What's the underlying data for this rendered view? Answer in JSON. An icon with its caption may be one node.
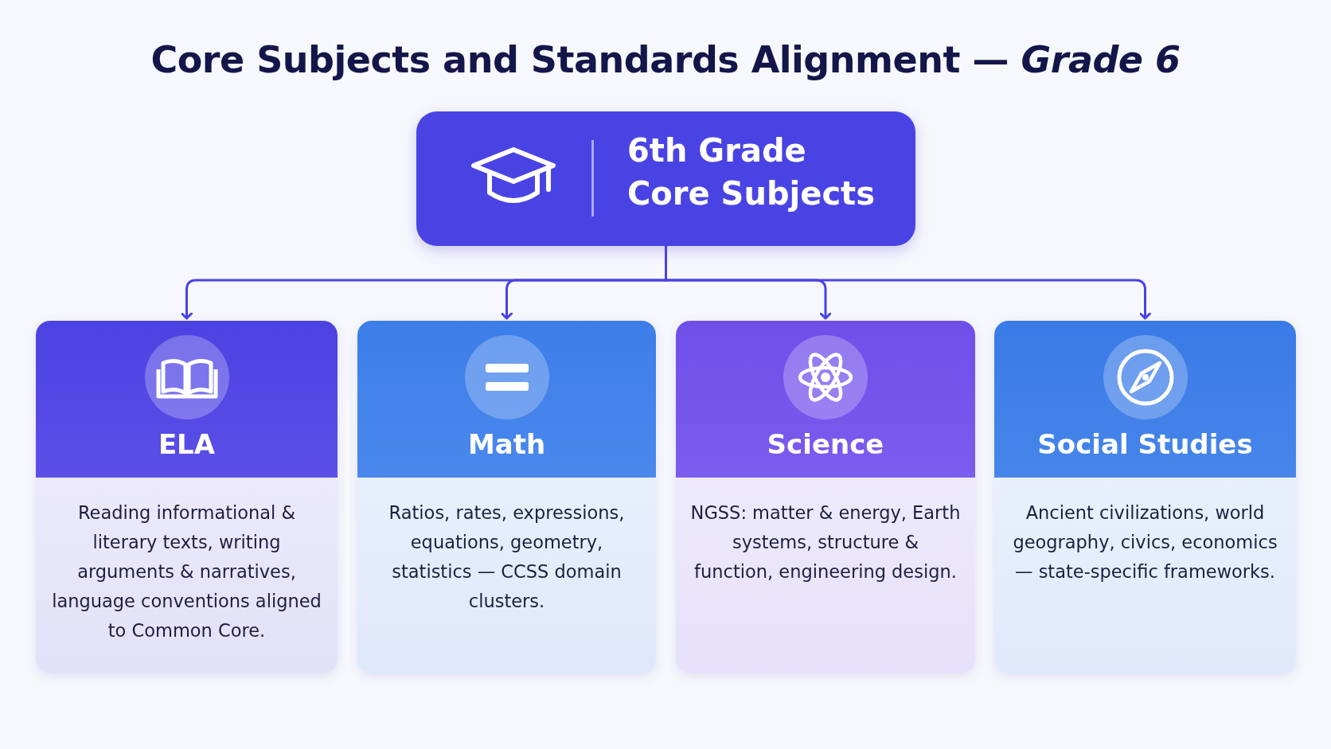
{
  "diagram": {
    "title": "Core Subjects and Standards Alignment — *Grade 6*",
    "nodes": [
      {
        "text": [
          "6th Grade Core Subjects"
        ]
      },
      {
        "text": [
          "ELA",
          "Reading informational & literary texts, writing arguments & narratives, language conventions aligned to Common Core."
        ]
      },
      {
        "text": [
          "Math",
          "Ratios, rates, expressions, equations, geometry, statistics — CCSS domain clusters."
        ]
      },
      {
        "text": [
          "Science",
          "NGSS: matter & energy, Earth systems, structure & function, engineering design."
        ]
      },
      {
        "text": [
          "Social Studies",
          "Ancient civilizations, world geography, civics, economics — state-specific frameworks."
        ]
      }
    ],
    "edges": [
      {
        "from": 0,
        "to": 1,
        "arrow": "to"
      },
      {
        "from": 0,
        "to": 2,
        "arrow": "to"
      },
      {
        "from": 0,
        "to": 3,
        "arrow": "to"
      },
      {
        "from": 0,
        "to": 4,
        "arrow": "to"
      }
    ]
  }
}
